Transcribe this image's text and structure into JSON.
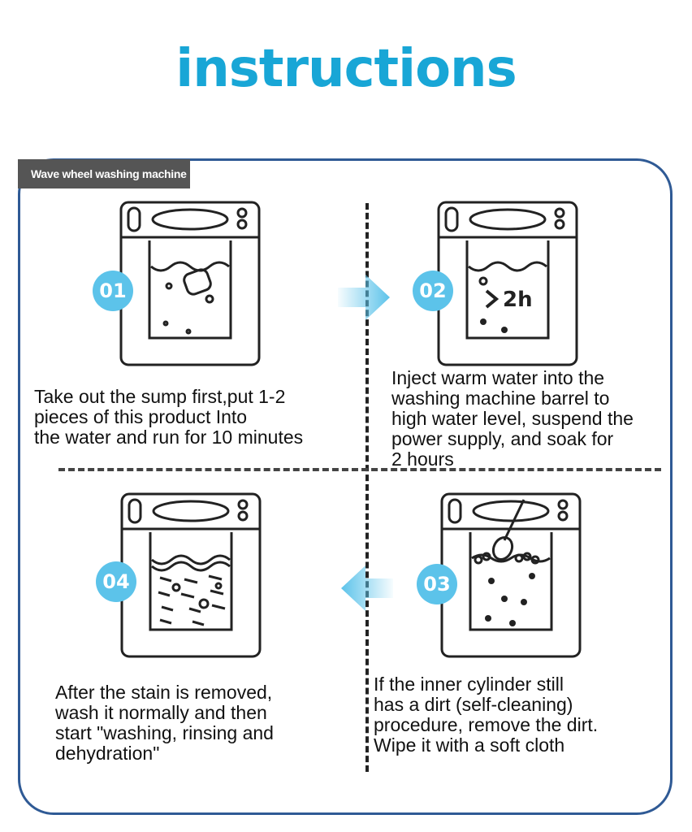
{
  "title": "instructions",
  "colors": {
    "accent": "#18a6d6",
    "badge": "#5cc3ea",
    "frame": "#2f5a95",
    "arrow": "#5cc3ea"
  },
  "label_tag": "Wave wheel washing machine",
  "steps": [
    {
      "number": "01",
      "text": "Take out the sump first,put 1-2\npieces of this product Into\nthe water and run for 10 minutes"
    },
    {
      "number": "02",
      "soak_label": "2h",
      "text": "Inject warm water into the\nwashing machine barrel to\nhigh water level, suspend the\npower supply, and soak for\n2 hours"
    },
    {
      "number": "03",
      "text": "If the inner cylinder still\nhas a dirt (self-cleaning)\nprocedure, remove the dirt.\nWipe it with a soft cloth"
    },
    {
      "number": "04",
      "text": "After the stain is removed,\nwash it normally and then\nstart \"washing, rinsing and\ndehydration\""
    }
  ]
}
